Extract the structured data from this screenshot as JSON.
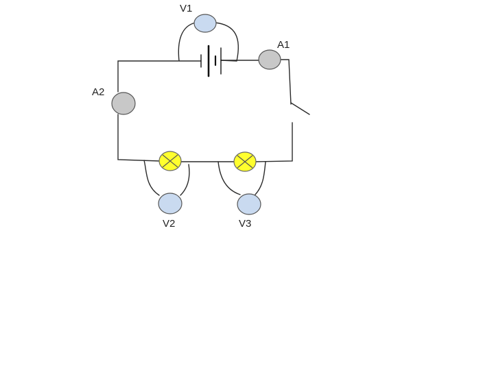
{
  "diagram": {
    "type": "circuit",
    "colors": {
      "wire": "#2a2a2a",
      "voltmeter_fill": "#c9daf0",
      "ammeter_fill": "#c8c8c8",
      "lamp_fill": "#ffff2e",
      "background": "#ffffff"
    },
    "meters": {
      "v1": "V1",
      "a1": "A1",
      "a2": "A2",
      "v2": "V2",
      "v3": "V3"
    },
    "components": [
      "battery",
      "switch",
      "lamp",
      "lamp",
      "ammeter",
      "ammeter",
      "voltmeter",
      "voltmeter",
      "voltmeter"
    ]
  }
}
